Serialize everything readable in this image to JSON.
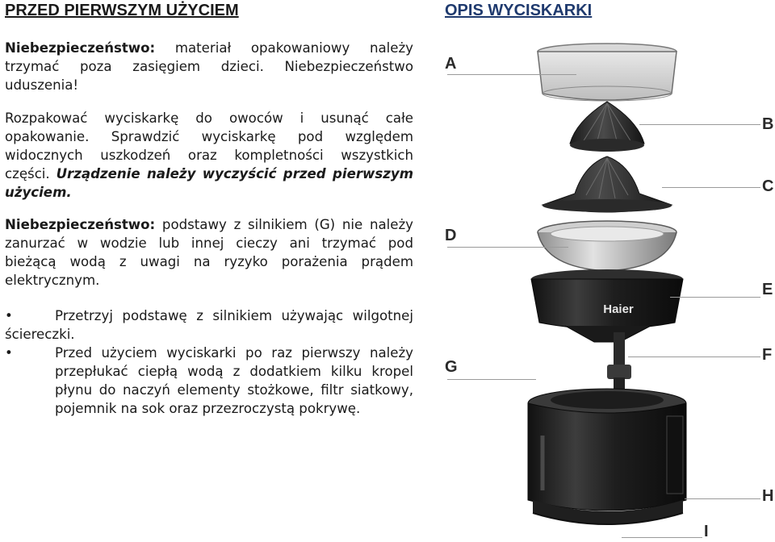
{
  "left": {
    "heading": "PRZED PIERWSZYM UŻYCIEM",
    "para1": {
      "label": "Niebezpieczeństwo:",
      "line1": " materiał opakowaniowy należy",
      "line2": "trzymać poza zasięgiem dzieci. Niebezpieczeństwo",
      "line3": "uduszenia!"
    },
    "para2": {
      "line1": "Rozpakować wyciskarkę do owoców i usunąć całe",
      "line2": "opakowanie. Sprawdzić wyciskarkę pod względem",
      "line3": "widocznych uszkodzeń oraz kompletności wszystkich",
      "line4_start": "części. ",
      "line4_bold": "Urządzenie należy wyczyścić przed pierwszym",
      "line5_bold": "użyciem."
    },
    "para3": {
      "label": "Niebezpieczeństwo:",
      "line1": " podstawy z silnikiem (G) nie należy",
      "line2": "zanurzać w wodzie lub innej cieczy ani trzymać pod",
      "line3": "bieżącą wodą z uwagi na ryzyko porażenia prądem",
      "line4": "elektrycznym."
    },
    "bullets": [
      {
        "symbol": "•",
        "line1": "Przetrzyj podstawę z silnikiem używając wilgotnej",
        "line2": "ściereczki."
      },
      {
        "symbol": "•",
        "line1": "Przed użyciem wyciskarki po raz pierwszy należy",
        "line2": "przepłukać ciepłą wodą z dodatkiem kilku kropel",
        "line3": "płynu do naczyń elementy stożkowe, filtr siatkowy,",
        "line4": "pojemnik na sok oraz przezroczystą pokrywę."
      }
    ]
  },
  "right": {
    "heading": "OPIS WYCISKARKI",
    "labels": [
      "A",
      "B",
      "C",
      "D",
      "E",
      "F",
      "G",
      "H",
      "I"
    ],
    "brand": "Haier"
  }
}
